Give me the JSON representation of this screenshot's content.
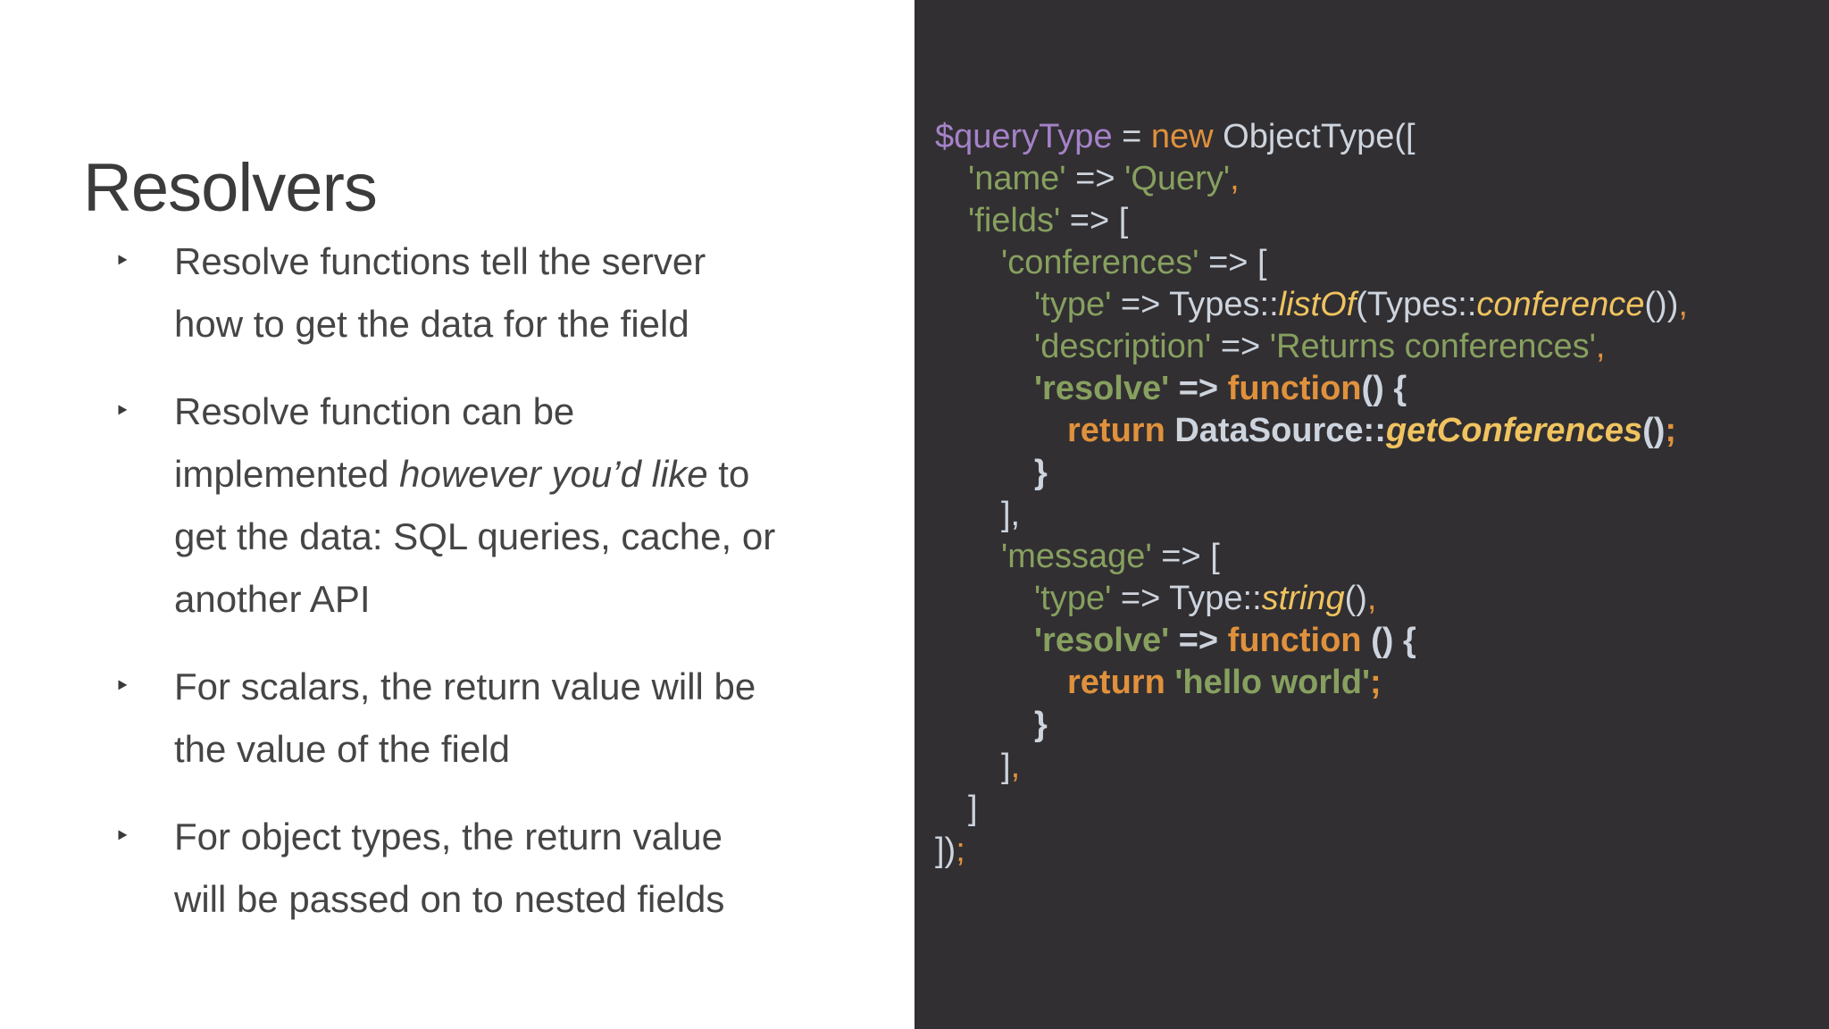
{
  "slide": {
    "title": "Resolvers",
    "bullet_char": "‣",
    "bullets": [
      {
        "lines": [
          [
            {
              "t": "Resolve functions tell the server"
            }
          ],
          [
            {
              "t": "how to get the data for the field"
            }
          ]
        ]
      },
      {
        "lines": [
          [
            {
              "t": "Resolve function can be"
            }
          ],
          [
            {
              "t": "implemented "
            },
            {
              "t": "however you’d like",
              "i": true
            },
            {
              "t": " to"
            }
          ],
          [
            {
              "t": "get the data: SQL queries, cache, or"
            }
          ],
          [
            {
              "t": "another API"
            }
          ]
        ]
      },
      {
        "lines": [
          [
            {
              "t": "For scalars, the return value will be"
            }
          ],
          [
            {
              "t": "the value of the field"
            }
          ]
        ]
      },
      {
        "lines": [
          [
            {
              "t": "For object types, the return value"
            }
          ],
          [
            {
              "t": "will be passed on to nested fields"
            }
          ]
        ]
      }
    ]
  },
  "code": {
    "colors": {
      "background": "#312f32",
      "foreground": "#cdd4de",
      "purple": "#a582c8",
      "orange": "#e0913c",
      "green": "#87a05f",
      "yellow": "#f0c35f"
    },
    "lines": [
      {
        "indent": 0,
        "bold": false,
        "tokens": [
          {
            "t": "$queryType",
            "c": "purple"
          },
          {
            "t": " = ",
            "c": "fg"
          },
          {
            "t": "new",
            "c": "orange"
          },
          {
            "t": " ObjectType([",
            "c": "fg"
          }
        ]
      },
      {
        "indent": 1,
        "bold": false,
        "tokens": [
          {
            "t": "'name'",
            "c": "green"
          },
          {
            "t": " => ",
            "c": "fg"
          },
          {
            "t": "'Query'",
            "c": "green"
          },
          {
            "t": ",",
            "c": "orange"
          }
        ]
      },
      {
        "indent": 1,
        "bold": false,
        "tokens": [
          {
            "t": "'fields'",
            "c": "green"
          },
          {
            "t": " => [",
            "c": "fg"
          }
        ]
      },
      {
        "indent": 2,
        "bold": false,
        "tokens": [
          {
            "t": "'conferences'",
            "c": "green"
          },
          {
            "t": " => [",
            "c": "fg"
          }
        ]
      },
      {
        "indent": 3,
        "bold": false,
        "tokens": [
          {
            "t": "'type'",
            "c": "green"
          },
          {
            "t": " => ",
            "c": "fg"
          },
          {
            "t": "Types::",
            "c": "fg"
          },
          {
            "t": "listOf",
            "c": "yellow",
            "i": true
          },
          {
            "t": "(Types::",
            "c": "fg"
          },
          {
            "t": "conference",
            "c": "yellow",
            "i": true
          },
          {
            "t": "())",
            "c": "fg"
          },
          {
            "t": ",",
            "c": "orange"
          }
        ]
      },
      {
        "indent": 3,
        "bold": false,
        "tokens": [
          {
            "t": "'description'",
            "c": "green"
          },
          {
            "t": " => ",
            "c": "fg"
          },
          {
            "t": "'Returns conferences'",
            "c": "green"
          },
          {
            "t": ",",
            "c": "orange"
          }
        ]
      },
      {
        "indent": 3,
        "bold": true,
        "tokens": [
          {
            "t": "'resolve'",
            "c": "green"
          },
          {
            "t": " => ",
            "c": "fg"
          },
          {
            "t": "function",
            "c": "orange"
          },
          {
            "t": "() {",
            "c": "fg"
          }
        ]
      },
      {
        "indent": 4,
        "bold": true,
        "tokens": [
          {
            "t": "return ",
            "c": "orange"
          },
          {
            "t": "DataSource::",
            "c": "fg"
          },
          {
            "t": "getConferences",
            "c": "yellow",
            "i": true
          },
          {
            "t": "()",
            "c": "fg"
          },
          {
            "t": ";",
            "c": "orange"
          }
        ]
      },
      {
        "indent": 3,
        "bold": true,
        "tokens": [
          {
            "t": "}",
            "c": "fg"
          }
        ]
      },
      {
        "indent": 2,
        "bold": false,
        "tokens": [
          {
            "t": "],",
            "c": "fg"
          }
        ]
      },
      {
        "indent": 2,
        "bold": false,
        "tokens": [
          {
            "t": "'message'",
            "c": "green"
          },
          {
            "t": " => [",
            "c": "fg"
          }
        ]
      },
      {
        "indent": 3,
        "bold": false,
        "tokens": [
          {
            "t": "'type'",
            "c": "green"
          },
          {
            "t": " => ",
            "c": "fg"
          },
          {
            "t": "Type::",
            "c": "fg"
          },
          {
            "t": "string",
            "c": "yellow",
            "i": true
          },
          {
            "t": "()",
            "c": "fg"
          },
          {
            "t": ",",
            "c": "orange"
          }
        ]
      },
      {
        "indent": 3,
        "bold": true,
        "tokens": [
          {
            "t": "'resolve'",
            "c": "green"
          },
          {
            "t": " => ",
            "c": "fg"
          },
          {
            "t": "function",
            "c": "orange"
          },
          {
            "t": " () {",
            "c": "fg"
          }
        ]
      },
      {
        "indent": 4,
        "bold": true,
        "tokens": [
          {
            "t": "return ",
            "c": "orange"
          },
          {
            "t": "'hello world'",
            "c": "green"
          },
          {
            "t": ";",
            "c": "orange"
          }
        ]
      },
      {
        "indent": 3,
        "bold": true,
        "tokens": [
          {
            "t": "}",
            "c": "fg"
          }
        ]
      },
      {
        "indent": 2,
        "bold": false,
        "tokens": [
          {
            "t": "]",
            "c": "fg"
          },
          {
            "t": ",",
            "c": "orange"
          }
        ]
      },
      {
        "indent": 1,
        "bold": false,
        "tokens": [
          {
            "t": "]",
            "c": "fg"
          }
        ]
      },
      {
        "indent": 0,
        "bold": false,
        "tokens": [
          {
            "t": "])",
            "c": "fg"
          },
          {
            "t": ";",
            "c": "orange"
          }
        ]
      }
    ]
  }
}
